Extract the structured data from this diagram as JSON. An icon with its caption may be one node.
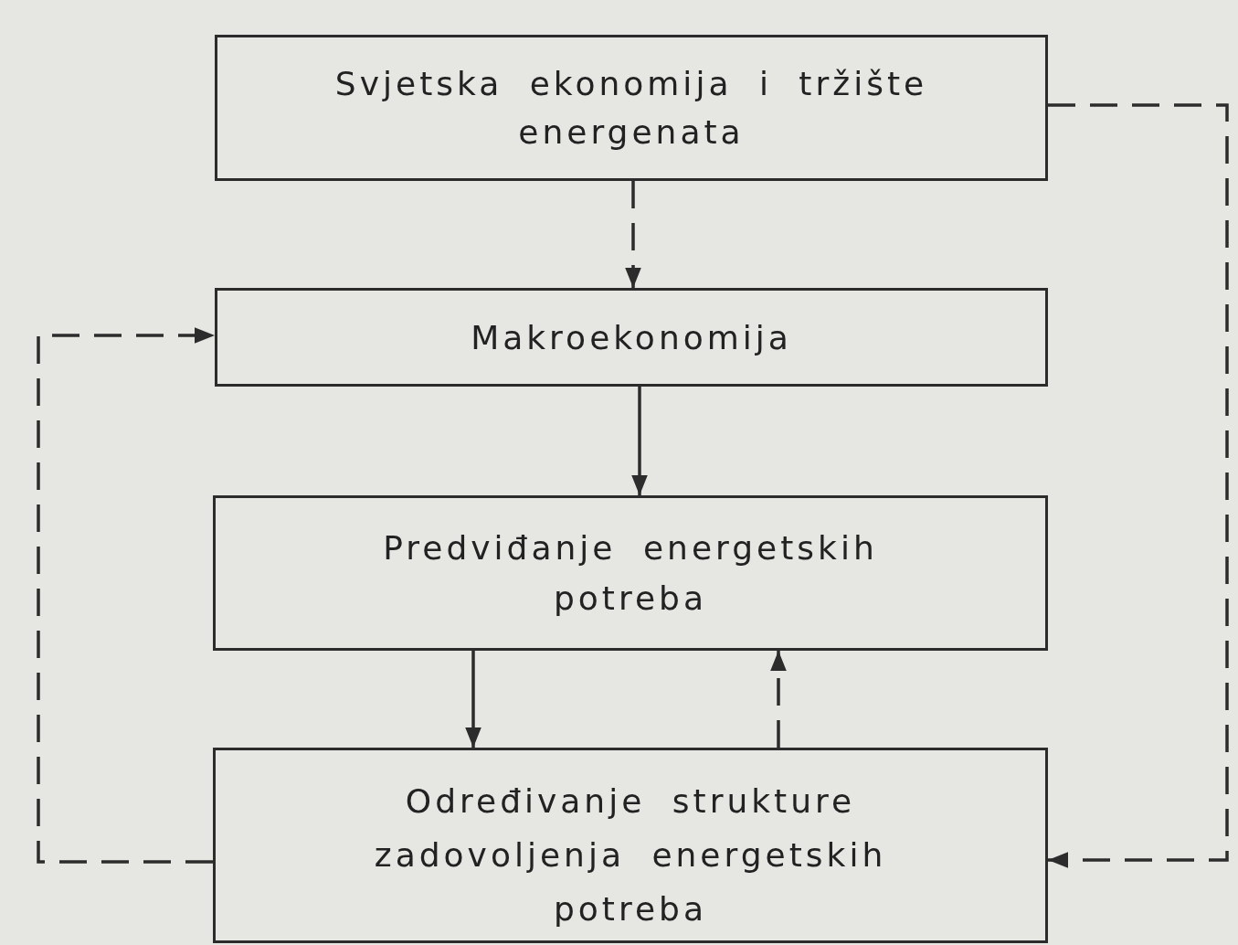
{
  "diagram": {
    "nodes": [
      {
        "text": [
          "Svjetska ekonomija i tržište energenata"
        ]
      },
      {
        "text": [
          "Makroekonomija"
        ]
      },
      {
        "text": [
          "Predviđanje energetskih potreba"
        ]
      },
      {
        "text": [
          "Određivanje strukture zadovoljenja energetskih potreba"
        ]
      }
    ],
    "edges": [
      {
        "from": 0,
        "to": 1,
        "arrow": "to",
        "style": "dashed"
      },
      {
        "from": 1,
        "to": 2,
        "arrow": "to"
      },
      {
        "from": 2,
        "to": 3,
        "arrow": "to"
      },
      {
        "from": 3,
        "to": 2,
        "arrow": "to",
        "style": "dashed"
      },
      {
        "from": 3,
        "to": 1,
        "arrow": "to",
        "style": "dashed"
      },
      {
        "from": 0,
        "to": 3,
        "arrow": "to",
        "style": "dashed"
      }
    ]
  }
}
